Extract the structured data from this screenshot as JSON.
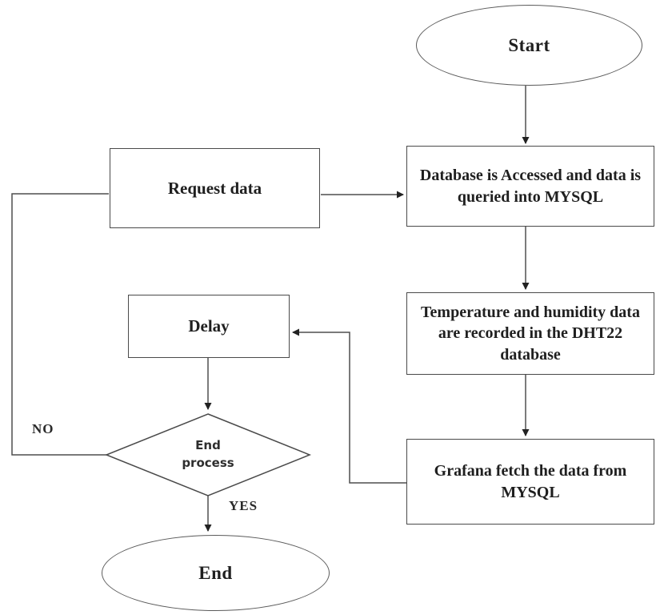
{
  "diagram": {
    "type": "flowchart",
    "background": "#ffffff",
    "line_color": "#4f4f4f",
    "text_color": "#1f1f1f",
    "nodes": {
      "start": {
        "label": "Start",
        "shape": "oval"
      },
      "request_data": {
        "label": "Request data",
        "shape": "rect"
      },
      "database_access": {
        "label": "Database is Accessed and data is queried into MYSQL",
        "shape": "rect"
      },
      "record_data": {
        "label": "Temperature and humidity data are recorded in the DHT22 database",
        "shape": "rect"
      },
      "delay": {
        "label": "Delay",
        "shape": "rect"
      },
      "grafana_fetch": {
        "label": "Grafana fetch the data from MYSQL",
        "shape": "rect"
      },
      "end_process_decision": {
        "label": "End process",
        "shape": "diamond"
      },
      "end": {
        "label": "End",
        "shape": "oval"
      }
    },
    "edge_labels": {
      "no": "NO",
      "yes": "YES"
    },
    "edges": [
      {
        "from": "start",
        "to": "database_access",
        "label": ""
      },
      {
        "from": "request_data",
        "to": "database_access",
        "label": ""
      },
      {
        "from": "database_access",
        "to": "record_data",
        "label": ""
      },
      {
        "from": "record_data",
        "to": "grafana_fetch",
        "label": ""
      },
      {
        "from": "grafana_fetch",
        "to": "delay",
        "label": ""
      },
      {
        "from": "delay",
        "to": "end_process_decision",
        "label": ""
      },
      {
        "from": "end_process_decision",
        "to": "request_data",
        "label": "NO"
      },
      {
        "from": "end_process_decision",
        "to": "end",
        "label": "YES"
      }
    ]
  }
}
